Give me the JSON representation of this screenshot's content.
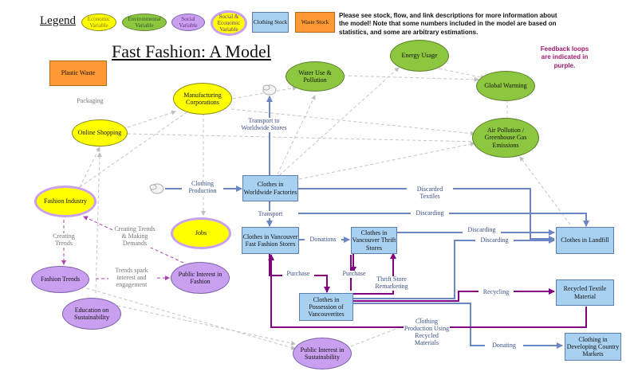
{
  "legend": {
    "title": "Legend",
    "items": [
      {
        "label": "Economic Variable",
        "kind": "eco"
      },
      {
        "label": "Environmental Variable",
        "kind": "env"
      },
      {
        "label": "Social Variable",
        "kind": "soc"
      },
      {
        "label": "Social & Economic Variable",
        "kind": "soc-eco"
      },
      {
        "label": "Clothing Stock",
        "kind": "stock"
      },
      {
        "label": "Waste Stock",
        "kind": "waste"
      }
    ]
  },
  "note": "Please see stock, flow, and link descriptions for more information about the model! Note that some numbers included in the model are based on statistics, and some are arbitrary estimations.",
  "feedback_note": "Feedback loops are indicated in purple.",
  "title": "Fast Fashion: A Model",
  "colors": {
    "economic": "#ffff00",
    "environmental": "#8dc63f",
    "social": "#c9a0f0",
    "stock": "#a8d0f0",
    "waste": "#ff9933",
    "flow": "#6b86c2",
    "feedback": "#800080",
    "link": "#b5b5b5"
  },
  "nodes": {
    "plastic_waste": "Plastic Waste",
    "online_shopping": "Online Shopping",
    "manufacturing": "Manufacturing Corporations",
    "fashion_industry": "Fashion Industry",
    "jobs": "Jobs",
    "fashion_trends": "Fashion Trends",
    "public_interest_fashion": "Public Interest in Fashion",
    "education": "Education on Sustainability",
    "public_interest_sustainability": "Public Interest in Sustainability",
    "water_use": "Water Use & Pollution",
    "energy_usage": "Energy Usage",
    "global_warming": "Global Warming",
    "air_pollution": "Air Pollution / Greenhouse Gas Emissions",
    "clothes_factories": "Clothes in Worldwide Factories",
    "clothes_fast_stores": "Clothes in Vancouver Fast Fashion Stores",
    "clothes_thrift": "Clothes in Vancouver Thrift Stores",
    "clothes_possession": "Clothes in Possession of Vancouverites",
    "clothes_landfill": "Clothes in Landfill",
    "recycled_textile": "Recycled Textile Material",
    "developing_markets": "Clothing in Developing Country Markets"
  },
  "flows": {
    "packaging": "Packaging",
    "transport_worldwide": "Transport to Worldwide Stores",
    "clothing_production": "Clothing Production",
    "discarded_textiles": "Discarded Textiles",
    "transport": "Transport",
    "discarding_1": "Discarding",
    "donations": "Donations",
    "discarding_2": "Discarding",
    "discarding_3": "Discarding",
    "purchase_1": "Purchase",
    "purchase_2": "Purchase",
    "thrift_remarketing": "Thrift Store Remarketing",
    "recycling": "Recycling",
    "clothing_production_recycled": "Clothing Production Using Recycled Materials",
    "donating": "Donating",
    "creating_trends": "Creating Trends",
    "creating_trends_demands": "Creating Trends & Making Demands",
    "trends_spark": "Trends spark interest and engagement"
  }
}
